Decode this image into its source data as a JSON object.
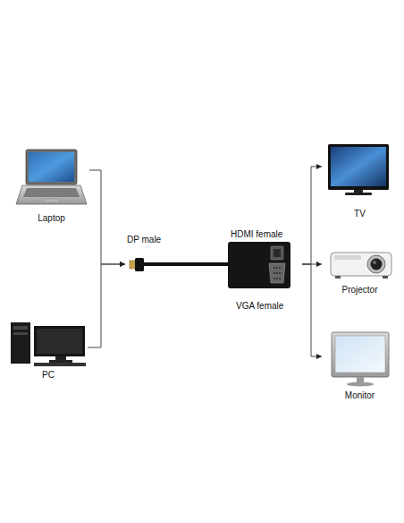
{
  "diagram": {
    "nodes": [
      {
        "text": [
          "Laptop"
        ]
      },
      {
        "text": [
          "PC"
        ]
      },
      {
        "text": [
          "DP male",
          "HDMI female",
          "VGA female"
        ]
      },
      {
        "text": [
          "TV"
        ]
      },
      {
        "text": [
          "Projector"
        ]
      },
      {
        "text": [
          "Monitor"
        ]
      }
    ],
    "edges": [
      {
        "from": 0,
        "to": 2,
        "arrow": "to"
      },
      {
        "from": 1,
        "to": 2,
        "arrow": "to"
      },
      {
        "from": 2,
        "to": 3,
        "arrow": "to"
      },
      {
        "from": 2,
        "to": 4,
        "arrow": "to"
      },
      {
        "from": 2,
        "to": 5,
        "arrow": "to"
      }
    ]
  }
}
